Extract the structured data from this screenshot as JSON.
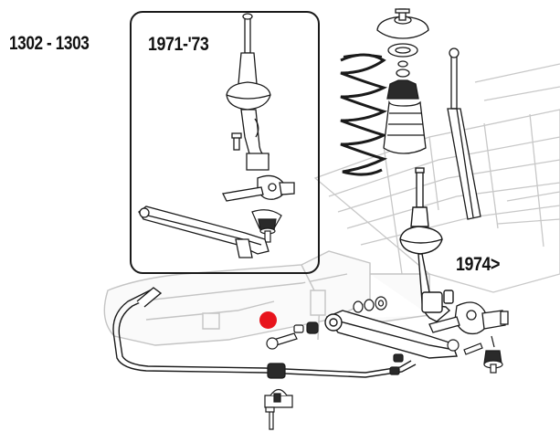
{
  "labels": {
    "models": "1302 - 1303",
    "early_years": "1971-'73",
    "late_years": "1974>"
  },
  "colors": {
    "marker": "#e8141c",
    "line": "#1a1a1a",
    "chassis_line": "#c4c4c4",
    "part_fill": "#f2f2f2",
    "part_dark": "#2a2a2a"
  }
}
